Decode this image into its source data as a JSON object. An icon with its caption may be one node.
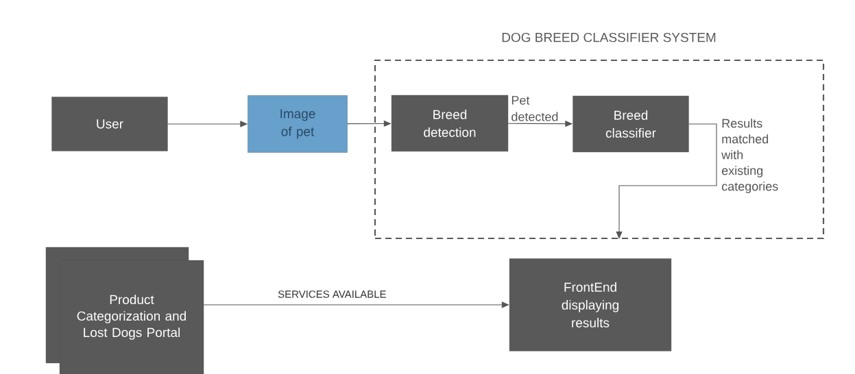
{
  "diagram": {
    "nodes": [
      {
        "text": [
          "DOG BREED CLASSIFIER SYSTEM"
        ]
      },
      {
        "text": [
          "User"
        ]
      },
      {
        "text": [
          "Image of pet"
        ]
      },
      {
        "text": [
          "Breed detection"
        ],
        "in": 0
      },
      {
        "text": [
          "Breed classifier"
        ],
        "in": 0
      },
      {
        "text": [
          "Product Categorization and Lost Dogs Portal"
        ]
      },
      {
        "text": [
          "FrontEnd displaying results"
        ]
      }
    ],
    "edges": [
      {
        "from": 1,
        "to": 2,
        "arrow": "to"
      },
      {
        "from": 2,
        "to": 3,
        "arrow": "to"
      },
      {
        "from": 3,
        "to": 4,
        "arrow": "to",
        "label": "Pet detected"
      },
      {
        "from": 4,
        "to": 0,
        "arrow": "to",
        "label": "Results matched with existing categories"
      },
      {
        "from": 5,
        "to": 6,
        "arrow": "to",
        "label": "SERVICES AVAILABLE"
      }
    ]
  }
}
